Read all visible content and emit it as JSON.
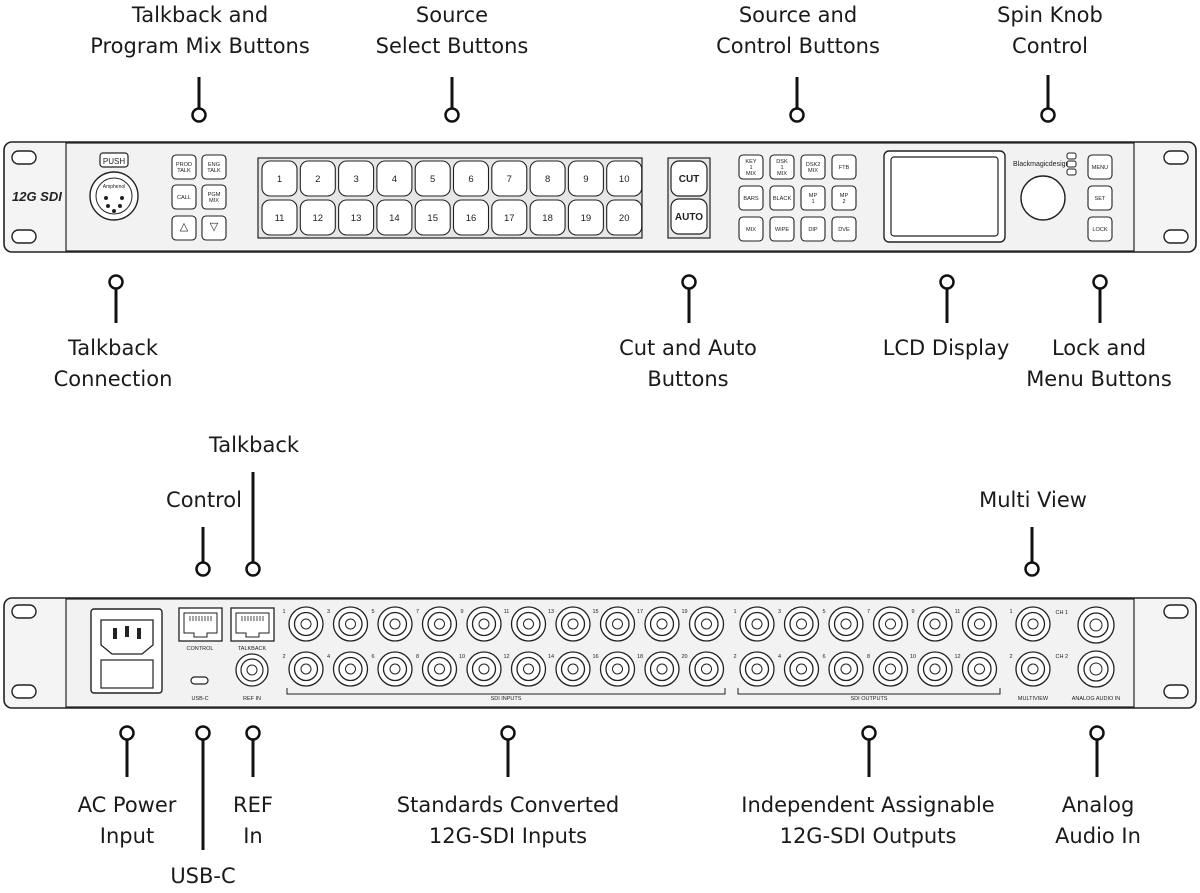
{
  "callouts": {
    "talkback_mix": [
      "Talkback and",
      "Program Mix Buttons"
    ],
    "source_select": [
      "Source",
      "Select Buttons"
    ],
    "source_control": [
      "Source and",
      "Control  Buttons"
    ],
    "spin_knob": [
      "Spin Knob",
      "Control"
    ],
    "talkback_conn": [
      "Talkback",
      "Connection"
    ],
    "cut_auto": [
      "Cut and Auto",
      "Buttons"
    ],
    "lcd": [
      "LCD Display"
    ],
    "lock_menu": [
      "Lock and",
      "Menu Buttons"
    ],
    "talkback_rear": [
      "Talkback"
    ],
    "control": [
      "Control"
    ],
    "multi_view": [
      "Multi View"
    ],
    "ac_power": [
      "AC Power",
      "Input"
    ],
    "ref_in": [
      "REF",
      "In"
    ],
    "std_inputs": [
      "Standards Converted",
      "12G-SDI Inputs"
    ],
    "ind_outputs": [
      "Independent Assignable",
      "12G-SDI Outputs"
    ],
    "analog_audio": [
      "Analog",
      "Audio In"
    ],
    "usbc": [
      "USB-C"
    ]
  },
  "front": {
    "logo": "12G SDI",
    "xlr_push": "PUSH",
    "xlr_brand": "Amphenol",
    "talk_buttons": [
      "PROD TALK",
      "ENG TALK",
      "CALL",
      "PGM MIX",
      "△",
      "▽"
    ],
    "source_buttons": [
      "1",
      "2",
      "3",
      "4",
      "5",
      "6",
      "7",
      "8",
      "9",
      "10",
      "11",
      "12",
      "13",
      "14",
      "15",
      "16",
      "17",
      "18",
      "19",
      "20"
    ],
    "cut_label": "CUT",
    "auto_label": "AUTO",
    "control_buttons": [
      "KEY 1 MIX",
      "DSK 1 MIX",
      "DSK2 MIX",
      "FTB",
      "BARS",
      "BLACK",
      "MP 1",
      "MP 2",
      "MIX",
      "WIPE",
      "DIP",
      "DVE"
    ],
    "brand": "Blackmagicdesign",
    "menu_buttons": [
      "MENU",
      "SET",
      "LOCK"
    ]
  },
  "rear": {
    "control_label": "CONTROL",
    "talkback_label": "TALKBACK",
    "usbc_label": "USB-C",
    "refin_label": "REF IN",
    "sdi_inputs_label": "SDI INPUTS",
    "sdi_outputs_label": "SDI OUTPUTS",
    "multiview_label": "MULTIVIEW",
    "analog_label": "ANALOG AUDIO IN",
    "ch1": "CH 1",
    "ch2": "CH 2",
    "input_top": [
      "1",
      "3",
      "5",
      "7",
      "9",
      "11",
      "13",
      "15",
      "17",
      "19"
    ],
    "input_bottom": [
      "2",
      "4",
      "6",
      "8",
      "10",
      "12",
      "14",
      "16",
      "18",
      "20"
    ],
    "output_top": [
      "1",
      "3",
      "5",
      "7",
      "9",
      "11"
    ],
    "output_bottom": [
      "2",
      "4",
      "6",
      "8",
      "10",
      "12"
    ],
    "mv_top": "1",
    "mv_bottom": "2"
  }
}
